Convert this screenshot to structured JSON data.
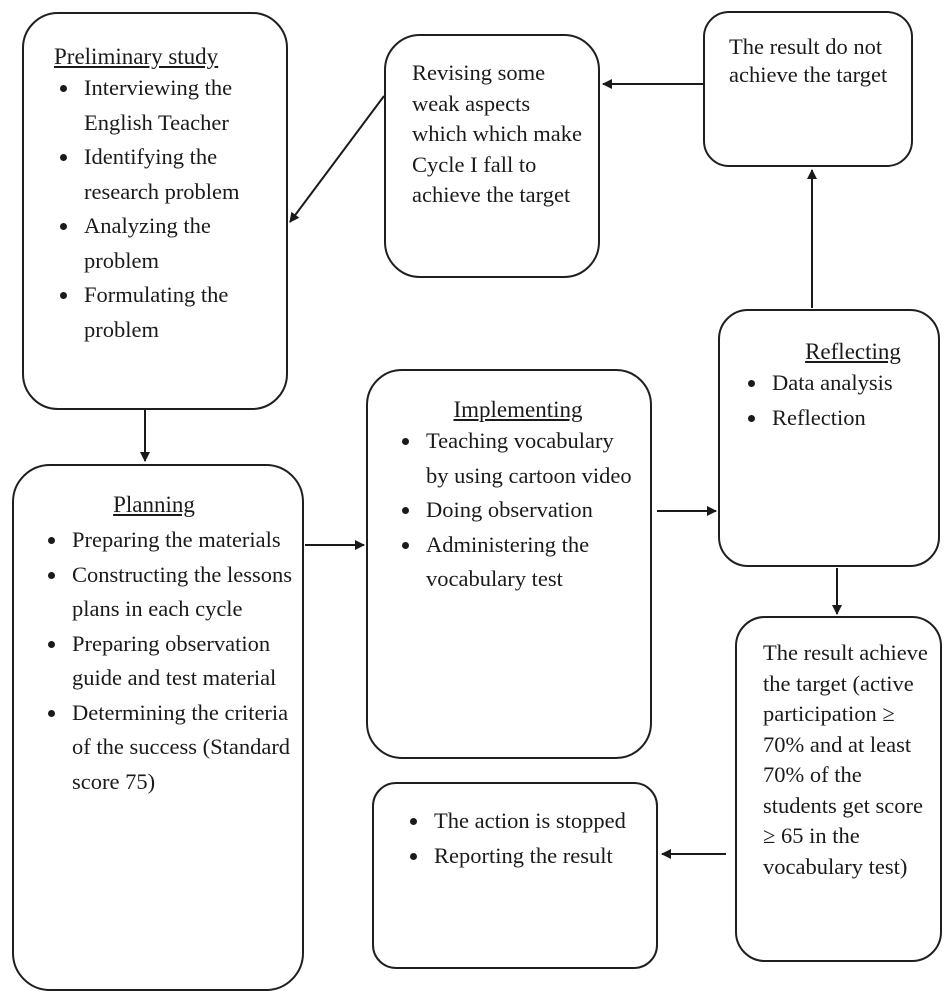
{
  "preliminary": {
    "title": "Preliminary study",
    "items": [
      "Interviewing the English Teacher",
      "Identifying the research problem",
      "Analyzing the problem",
      "Formulating the problem"
    ]
  },
  "revising": {
    "text": "Revising some weak aspects which which make Cycle I fall to achieve the target"
  },
  "not_achieve": {
    "text": "The result do not achieve the target"
  },
  "planning": {
    "title": "Planning",
    "items": [
      "Preparing the materials",
      "Constructing the lessons plans in each cycle",
      "Preparing observation guide and test material",
      "Determining the criteria of the success (Standard score 75)"
    ]
  },
  "implementing": {
    "title": "Implementing",
    "items": [
      "Teaching vocabulary by using  cartoon video",
      "Doing observation",
      "Administering the vocabulary test"
    ]
  },
  "reflecting": {
    "title": "Reflecting",
    "items": [
      "Data analysis",
      "Reflection"
    ]
  },
  "achieve": {
    "text": "The result achieve the target (active participation ≥ 70% and at least 70% of the students get score ≥ 65 in the vocabulary test)"
  },
  "stopped": {
    "items": [
      "The action is stopped",
      "Reporting the result"
    ]
  }
}
